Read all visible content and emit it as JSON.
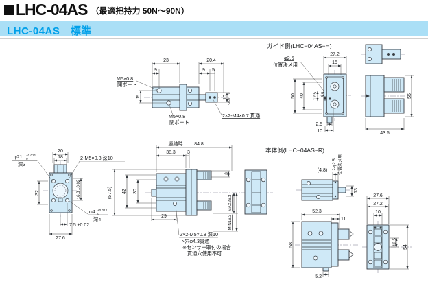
{
  "header": {
    "title": "LHC-04AS",
    "subtitle": "（最適把持力 50N～90N）"
  },
  "banner": {
    "label": "LHC-04AS　標準"
  },
  "colors": {
    "banner_bg": "#aadff6",
    "banner_text": "#00a0e9",
    "part_fill": "#cfe9f7",
    "line": "#33383d"
  },
  "views": {
    "side": {
      "dim_23": "23",
      "dim_9_left": "9",
      "dim_20_4": "20.4",
      "dim_9_right": "9",
      "dim_5": "5",
      "dim_15": "15",
      "dim_10": "10",
      "dim_10_tol_upper": "0",
      "dim_10_tol_lower": "-0.05",
      "open_port_line1": "M5×0.8",
      "open_port_line2": "開ポート",
      "close_port_line1": "M5×0.8",
      "close_port_line2": "閉ポート",
      "thru_label": "2×2-M4×0.7 貫通"
    },
    "guide": {
      "title": "ガイド側(LHC−04AS−H)",
      "pin_label_line1": "φ2.5",
      "pin_label_line2": "位置決メ用",
      "dim_27_2": "27.2",
      "dim_15": "15",
      "dim_50": "50",
      "dim_40": "40",
      "dim_12_5": "12.5",
      "dim_3_5": "3.5",
      "dim_2_5": "2.5",
      "dim_10": "10",
      "dim_55": "55",
      "dim_43_5": "43.5"
    },
    "plan": {
      "dim_20": "20",
      "dim_18": "18",
      "bore_label": "φ21",
      "bore_tol_upper": "+0.021",
      "bore_tol_lower": "0",
      "bore_depth": "深3",
      "tap_label": "2-M5×0.8 深10",
      "dim_32": "32",
      "dim_16_8": "16.8 ±0.02",
      "pin_label": "φ4",
      "pin_tol_upper": "+0.012",
      "pin_tol_lower": "0",
      "pin_depth": "深4",
      "dim_7_5": "7.5 ±0.02",
      "dim_27_6": "27.6"
    },
    "combined": {
      "dim_linked": "連結時",
      "dim_84_8": "84.8",
      "dim_38_3": "38.3",
      "dim_3": "3",
      "dim_57_5": "(57.5)",
      "dim_42": "42",
      "dim_30": "30",
      "dim_29": "29",
      "dim_8": "8",
      "dim_max": "MAX26.3",
      "dim_min": "MIN16.3",
      "note_tap": "2×2-M5×0.8 深10",
      "note_hole": "下穴φ4.3貫通",
      "note_sensor1": "※センサー取付の場合",
      "note_sensor2": "貫通穴使用不可"
    },
    "body": {
      "title": "本体側(LHC−04AS−R)",
      "dim_4_8": "(4.8)",
      "pin_label_line1": "2-φ2.5",
      "pin_label_line2": "位置決メ用",
      "dim_13": "13",
      "dim_52_3": "52.3",
      "dim_11": "11",
      "dim_58": "58",
      "dim_5_2": "5.2",
      "dim_27_6": "27.6",
      "dim_27_2": "27.2",
      "dim_10": "10",
      "dim_12_5": "12.5",
      "dim_54": "54"
    }
  }
}
